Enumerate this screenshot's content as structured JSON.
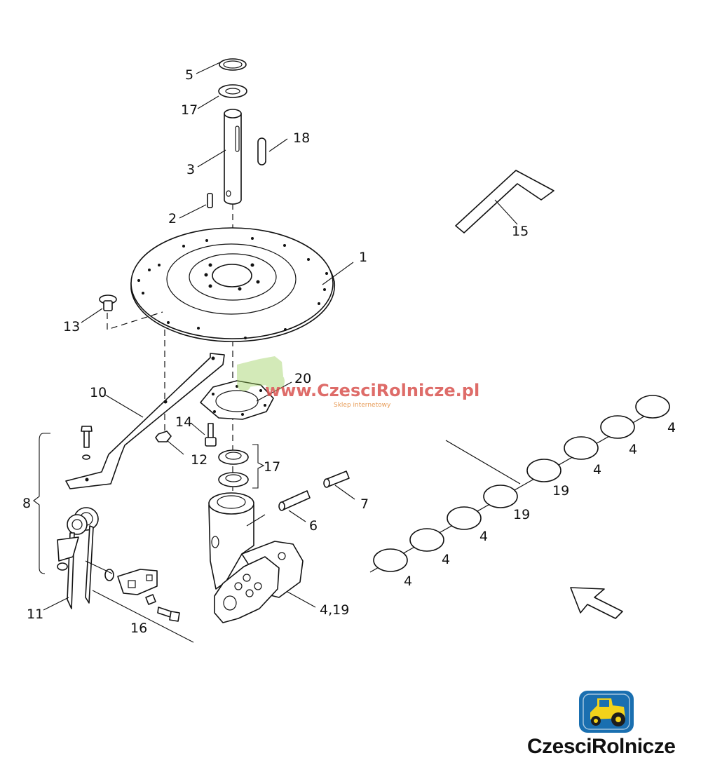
{
  "diagram": {
    "callouts": [
      {
        "id": "c5",
        "text": "5"
      },
      {
        "id": "c17a",
        "text": "17"
      },
      {
        "id": "c18",
        "text": "18"
      },
      {
        "id": "c3",
        "text": "3"
      },
      {
        "id": "c2",
        "text": "2"
      },
      {
        "id": "c15",
        "text": "15"
      },
      {
        "id": "c1",
        "text": "1"
      },
      {
        "id": "c13",
        "text": "13"
      },
      {
        "id": "c10",
        "text": "10"
      },
      {
        "id": "c20",
        "text": "20"
      },
      {
        "id": "c14",
        "text": "14"
      },
      {
        "id": "c12",
        "text": "12"
      },
      {
        "id": "c17b",
        "text": "17"
      },
      {
        "id": "c8",
        "text": "8"
      },
      {
        "id": "c7",
        "text": "7"
      },
      {
        "id": "c6",
        "text": "6"
      },
      {
        "id": "c4_19",
        "text": "4,19"
      },
      {
        "id": "c11",
        "text": "11"
      },
      {
        "id": "c16",
        "text": "16"
      }
    ],
    "sequence_labels": [
      "4",
      "4",
      "4",
      "19",
      "19",
      "4",
      "4",
      "4"
    ]
  },
  "watermark": {
    "site": "www.CzesciRolnicze.pl",
    "tagline": "Sklep internetowy",
    "color": "#d9534f"
  },
  "logo": {
    "wordmark": "CzesciRolnicze",
    "badge_color": "#1a6fb0",
    "tractor_color": "#f2d21b"
  }
}
